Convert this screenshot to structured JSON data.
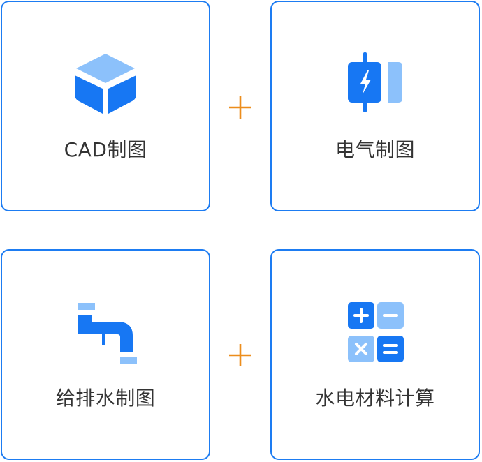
{
  "colors": {
    "border": "#1d7cf2",
    "icon_primary": "#1777f3",
    "icon_light": "#8cc1fb",
    "plus": "#ec8d1c",
    "label_text": "#333333"
  },
  "cards": [
    {
      "label": "CAD制图",
      "icon": "cube-icon"
    },
    {
      "label": "电气制图",
      "icon": "battery-bolt-icon"
    },
    {
      "label": "给排水制图",
      "icon": "pipe-icon"
    },
    {
      "label": "水电材料计算",
      "icon": "calculator-icon"
    }
  ],
  "connectors": [
    {
      "icon": "plus-icon"
    },
    {
      "icon": "plus-icon"
    }
  ]
}
